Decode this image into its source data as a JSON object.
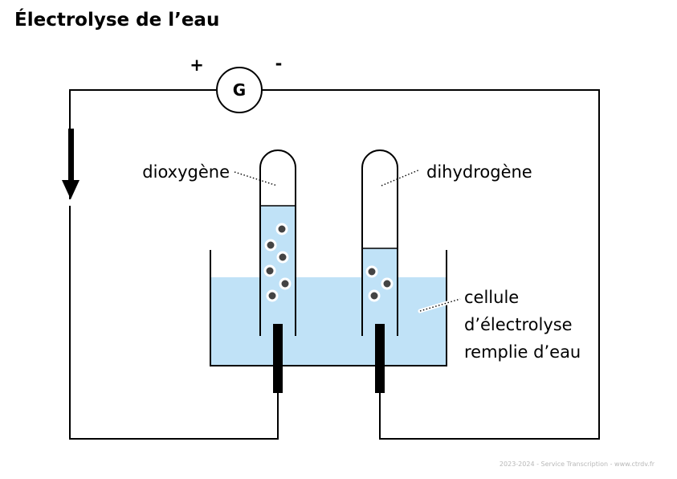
{
  "title": "Électrolyse de l’eau",
  "generator": {
    "letter": "G",
    "plus": "+",
    "minus": "-"
  },
  "labels": {
    "left_tube": "dioxygène",
    "right_tube": "dihydrogène",
    "cell": [
      "cellule",
      "d’électrolyse",
      "remplie d’eau"
    ]
  },
  "colors": {
    "water": "#c0e2f7",
    "line": "#000000",
    "bubble": "#444444"
  },
  "footer": "2023-2024 - Service Transcription - www.ctrdv.fr"
}
